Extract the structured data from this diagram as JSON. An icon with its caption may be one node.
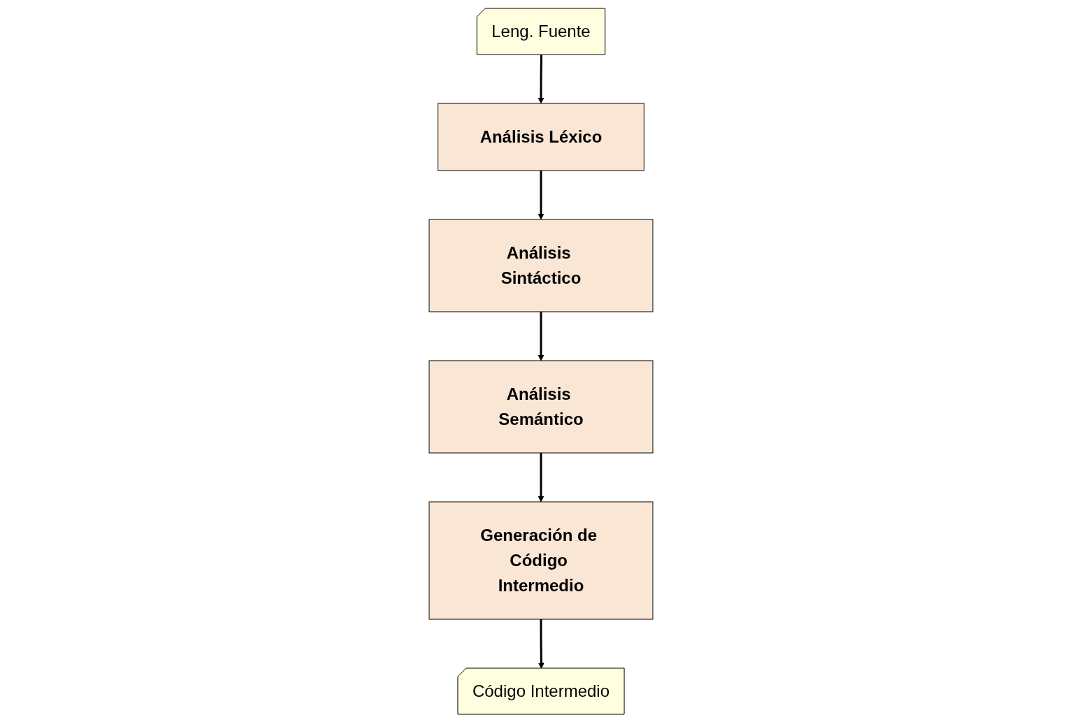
{
  "diagram": {
    "nodes": [
      {
        "text": [
          "Leng. Fuente"
        ]
      },
      {
        "text": [
          "Análisis Léxico"
        ]
      },
      {
        "text": [
          "Análisis Sintáctico"
        ]
      },
      {
        "text": [
          "Análisis Semántico"
        ]
      },
      {
        "text": [
          "Generación de Código Intermedio"
        ]
      },
      {
        "text": [
          "Código Intermedio"
        ]
      }
    ],
    "edges": [
      {
        "from": 0,
        "to": 1,
        "arrow": "to"
      },
      {
        "from": 1,
        "to": 2,
        "arrow": "to"
      },
      {
        "from": 2,
        "to": 3,
        "arrow": "to"
      },
      {
        "from": 3,
        "to": 4,
        "arrow": "to"
      },
      {
        "from": 4,
        "to": 5,
        "arrow": "to"
      }
    ]
  }
}
